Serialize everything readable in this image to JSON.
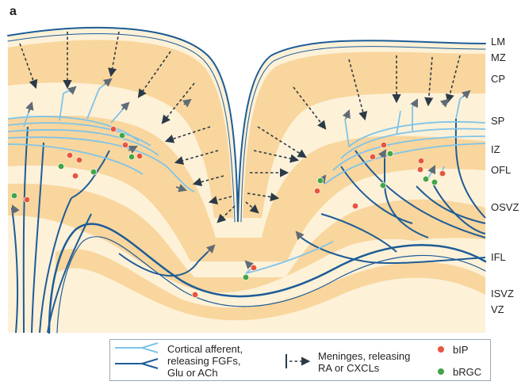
{
  "panel_label": "a",
  "layers": [
    "LM",
    "MZ",
    "CP",
    "SP",
    "IZ",
    "OFL",
    "OSVZ",
    "IFL",
    "ISVZ",
    "VZ"
  ],
  "legend": {
    "light_afferent": "Cortical afferent,\nreleasing FGFs,\nGlu or ACh",
    "meninges": "Meninges, releasing\nRA or CXCLs",
    "bip": "bIP",
    "brgc": "bRGC"
  },
  "colors": {
    "light_afferent": "#7fc4e8",
    "dark_afferent": "#1d5c97",
    "arrow": "#2b3a47",
    "bip": "#e8553f",
    "brgc": "#41a54a",
    "tissue_dark": "#f9d69d",
    "tissue_light": "#fdf1d8"
  }
}
